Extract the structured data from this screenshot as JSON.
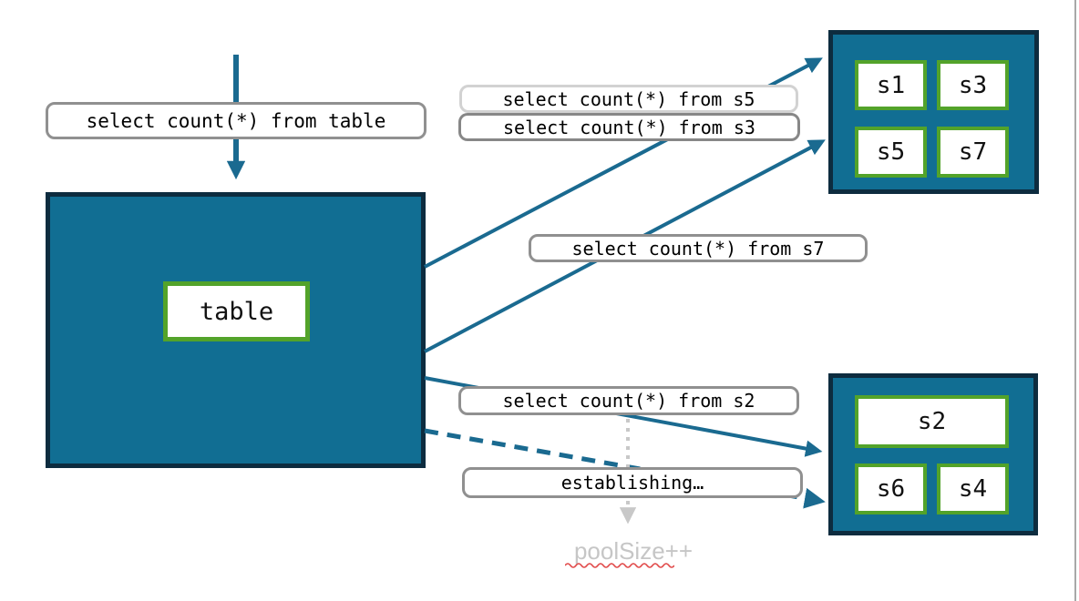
{
  "diagram": {
    "source_node": {
      "label": "table"
    },
    "query_labels": {
      "from_table": "select count(*) from table",
      "from_s5": "select count(*) from s5",
      "from_s3": "select count(*) from s3",
      "from_s7": "select count(*) from s7",
      "from_s2": "select count(*) from s2",
      "establishing": "establishing…"
    },
    "annotation": {
      "pool_size": "poolSize++"
    },
    "shard_groups": {
      "top": {
        "shards": [
          "s1",
          "s3",
          "s5",
          "s7"
        ]
      },
      "bottom": {
        "shards": [
          "s2",
          "s6",
          "s4"
        ]
      }
    },
    "colors": {
      "node_fill": "#116e93",
      "node_border": "#0d2c3f",
      "shard_border": "#53a32a",
      "arrow": "#1a6a90",
      "label_border": "#909090",
      "label_border_faded": "#d2d2d2",
      "muted_text": "#c6c6c6",
      "spellcheck_squiggle": "#e14b4b"
    }
  }
}
